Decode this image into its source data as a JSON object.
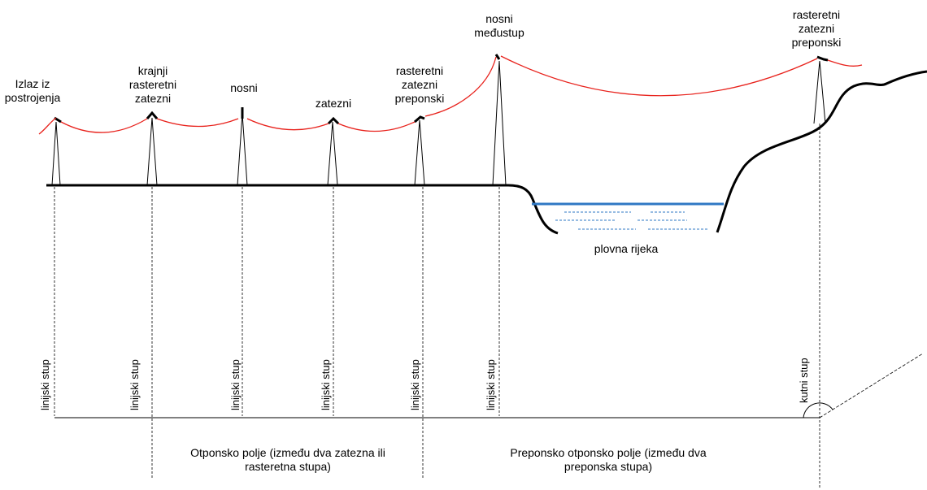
{
  "tower_labels": {
    "izlaz": "Izlaz iz\npostrojenja",
    "krajnji": "krajnji\nrasteretni\nzatezni",
    "nosni": "nosni",
    "zatezni": "zatezni",
    "rasteretni_1": "rasteretni\nzatezni\npreponski",
    "nosni_medustup": "nosni\nmeđustup",
    "rasteretni_2": "rasteretni\nzatezni\npreponski"
  },
  "river_label": "plovna rijeka",
  "bottom_labels": {
    "linijski": "linijski stup",
    "kutni": "kutni stup"
  },
  "field_labels": {
    "otponsko": "Otponsko polje (između dva zatezna ili\nrasteretna stupa)",
    "preponsko": "Preponsko otponsko polje (između dva\npreponska stupa)"
  },
  "colors": {
    "conductor": "#e8221c",
    "river": "#2f78c4",
    "ground": "#000000"
  }
}
